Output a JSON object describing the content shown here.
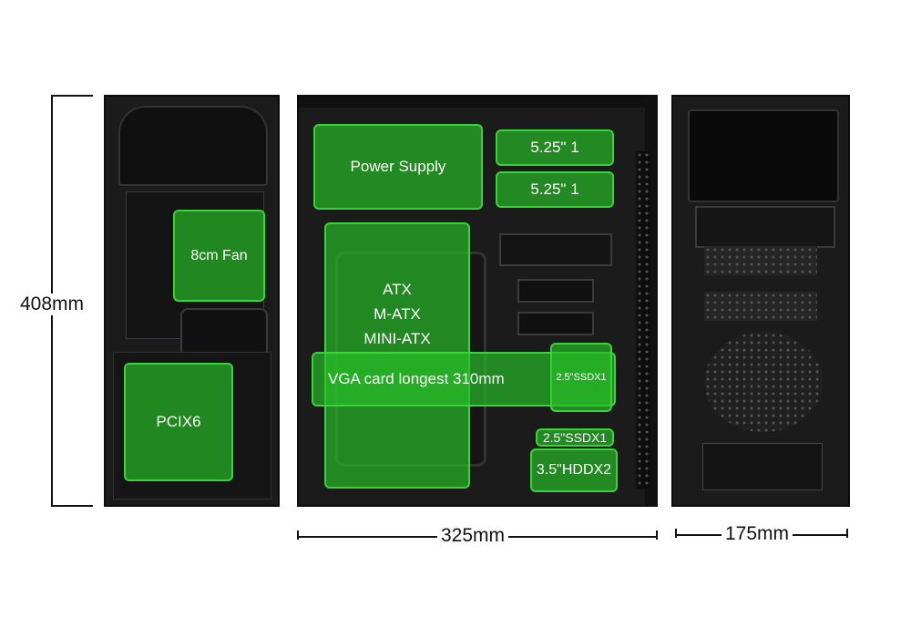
{
  "zones": {
    "power_supply": "Power Supply",
    "bay_525_a": "5.25\" 1",
    "bay_525_b": "5.25\" 1",
    "fan": "8cm Fan",
    "board_atx": "ATX",
    "board_matx": "M-ATX",
    "board_mini": "MINI-ATX",
    "vga": "VGA card longest 310mm",
    "ssd_a": "2.5\"SSDX1",
    "ssd_b": "2.5\"SSDX1",
    "hdd": "3.5\"HDDX2",
    "pci": "PCIX6"
  },
  "dimensions": {
    "height": "408mm",
    "depth": "325mm",
    "width": "175mm"
  },
  "colors": {
    "zone_fill": "#2fbe2f",
    "zone_border": "#39d33a",
    "case_body": "#1b1b1b"
  }
}
